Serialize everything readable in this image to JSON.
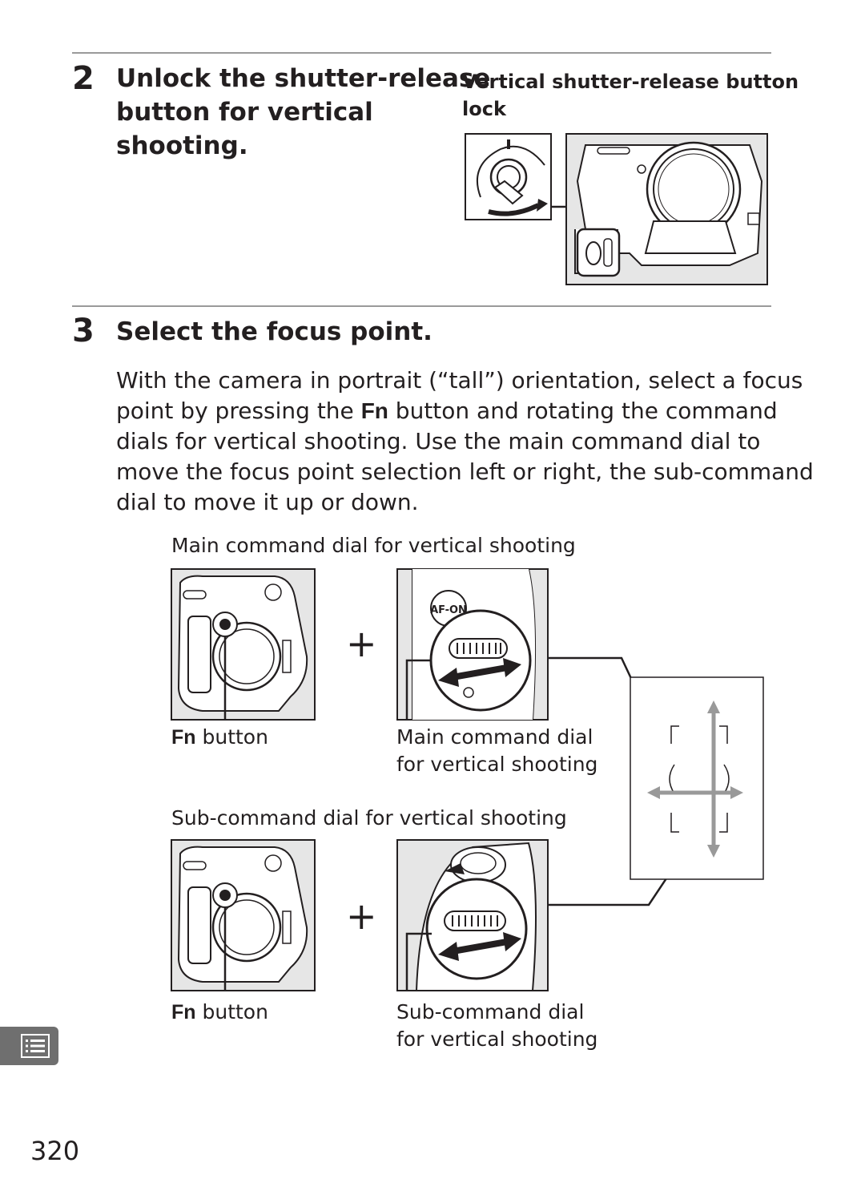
{
  "step2": {
    "number": "2",
    "heading_lines": [
      "Unlock the shutter-release",
      "button for vertical",
      "shooting."
    ],
    "caption_lines": [
      "Vertical shutter-release button",
      "lock"
    ]
  },
  "step3": {
    "number": "3",
    "heading": "Select the focus point.",
    "body_lines": [
      [
        "With the camera in portrait (“tall”) orientation, select a focus",
        "",
        ""
      ],
      [
        "point by pressing the ",
        "Fn",
        " button and rotating the command"
      ],
      [
        "dials for vertical shooting.  Use the main command dial to",
        "",
        ""
      ],
      [
        "move the focus point selection left or right, the sub-command",
        "",
        ""
      ],
      [
        "dial to move it up or down.",
        "",
        ""
      ]
    ]
  },
  "figure_main": {
    "title": "Main command dial for vertical shooting",
    "fn_label_bold": "Fn",
    "fn_label_rest": " button",
    "plus": "+",
    "dial_caption_lines": [
      "Main command dial",
      "for vertical shooting"
    ],
    "afon_label": "AF-ON"
  },
  "figure_sub": {
    "title": "Sub-command dial for vertical shooting",
    "fn_label_bold": "Fn",
    "fn_label_rest": " button",
    "plus": "+",
    "dial_caption_lines": [
      "Sub-command dial",
      "for vertical shooting"
    ]
  },
  "side_tab": {
    "icon": "menu-list-icon",
    "color": "#6f6f6f"
  },
  "page_number": "320"
}
